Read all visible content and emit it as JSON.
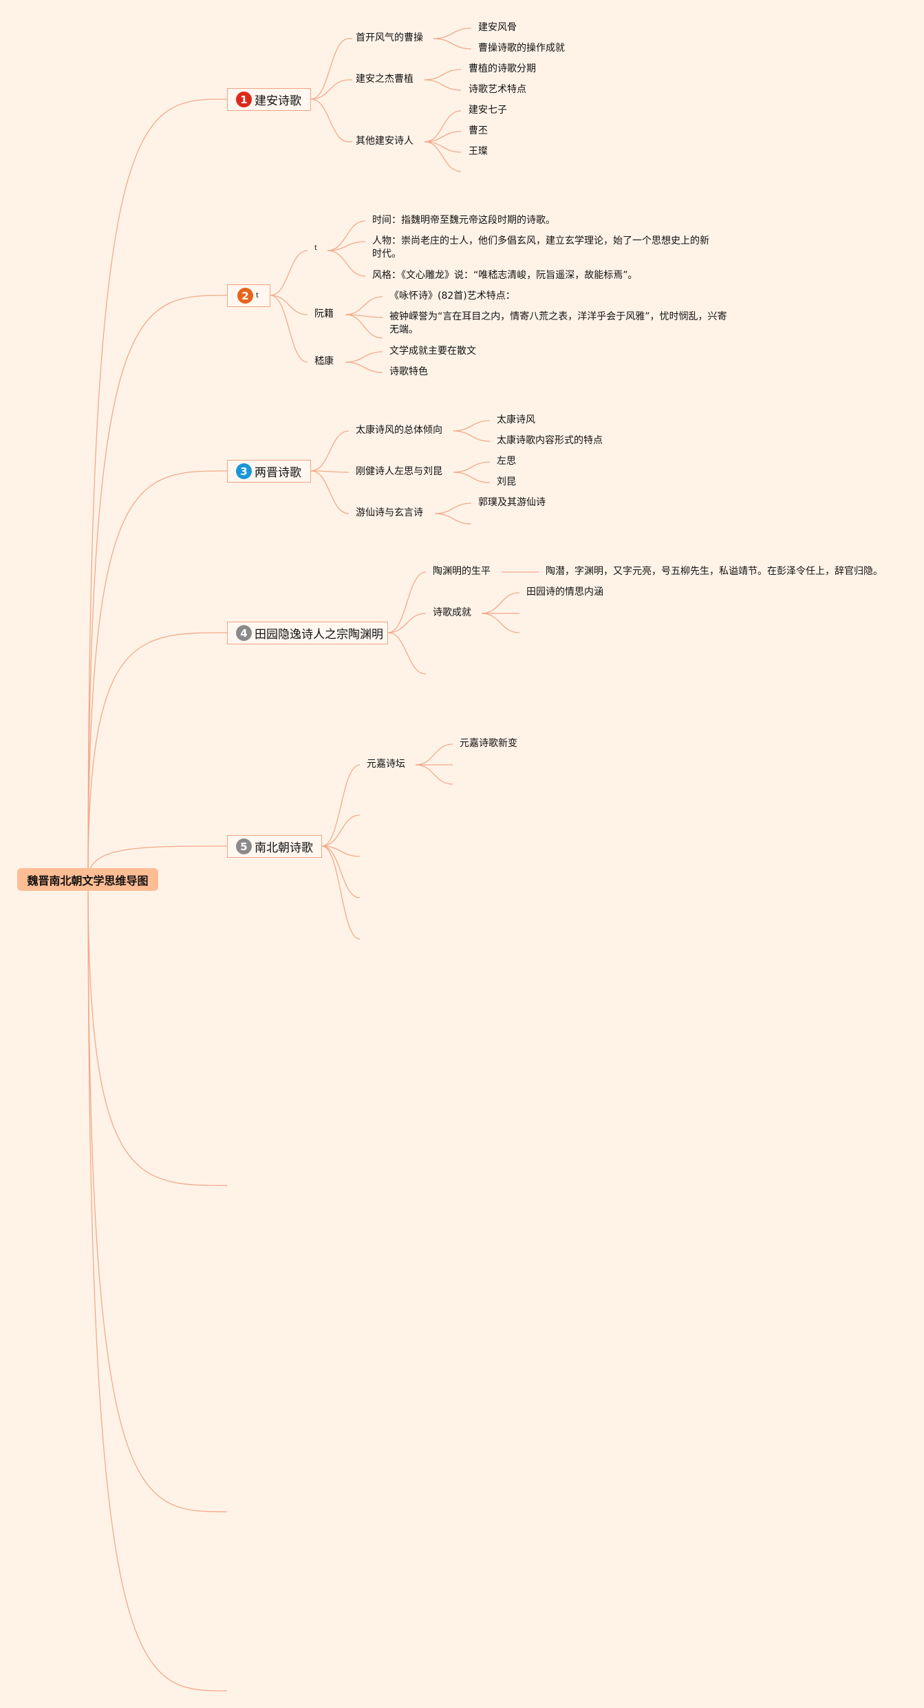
{
  "root": {
    "label": "魏晋南北朝文学思维导图"
  },
  "colors": {
    "link": "#f2a98a",
    "root_fill": "#ffbd94",
    "border": "#f0a283",
    "badge_1": "#dd2a1b",
    "badge_2": "#e8641c",
    "badge_3": "#1a97d5",
    "badge_4": "#8a8a8a",
    "badge_5": "#8a8a8a"
  },
  "branches": [
    {
      "num": "1",
      "label": "建安诗歌",
      "children": [
        {
          "label": "首开风气的曹操",
          "children": [
            "建安风骨",
            "曹操诗歌的操作成就"
          ]
        },
        {
          "label": "建安之杰曹植",
          "children": [
            "曹植的诗歌分期",
            "诗歌艺术特点"
          ]
        },
        {
          "label": "其他建安诗人",
          "children": [
            "建安七子",
            "曹丕",
            "王璨"
          ]
        }
      ]
    },
    {
      "num": "2",
      "label": "t",
      "children": [
        {
          "label": "t",
          "children": [
            "时间：指魏明帝至魏元帝这段时期的诗歌。",
            "人物：崇尚老庄的士人，他们多倡玄风，建立玄学理论，始了一个思想史上的新时代。",
            "风格：《文心雕龙》说：“唯嵇志清峻，阮旨遥深，故能标焉”。"
          ]
        },
        {
          "label": "阮籍",
          "children": [
            "《咏怀诗》(82首)艺术特点：",
            "被钟嵘誉为“言在耳目之内，情寄八荒之表，洋洋乎会于风雅”，忧时悯乱，兴寄无端。"
          ]
        },
        {
          "label": "嵇康",
          "children": [
            "文学成就主要在散文",
            "诗歌特色"
          ]
        }
      ]
    },
    {
      "num": "3",
      "label": "两晋诗歌",
      "children": [
        {
          "label": "太康诗风的总体倾向",
          "children": [
            "太康诗风",
            "太康诗歌内容形式的特点"
          ]
        },
        {
          "label": "刚健诗人左思与刘昆",
          "children": [
            "左思",
            "刘昆"
          ]
        },
        {
          "label": "游仙诗与玄言诗",
          "children": [
            "郭璞及其游仙诗"
          ]
        }
      ]
    },
    {
      "num": "4",
      "label": "田园隐逸诗人之宗陶渊明",
      "children": [
        {
          "label": "陶渊明的生平",
          "children": [
            "陶潜，字渊明，又字元亮，号五柳先生，私谥靖节。在彭泽令任上，辞官归隐。"
          ]
        },
        {
          "label": "诗歌成就",
          "children": [
            "田园诗的情思内涵"
          ]
        }
      ]
    },
    {
      "num": "5",
      "label": "南北朝诗歌",
      "children": [
        {
          "label": "元嘉诗坛",
          "children": [
            "元嘉诗歌新变"
          ]
        }
      ]
    }
  ]
}
